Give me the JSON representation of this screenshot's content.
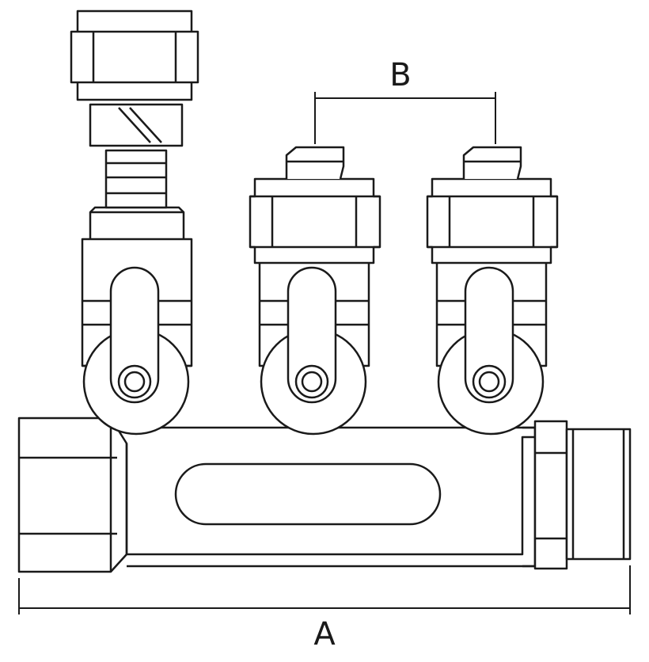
{
  "diagram": {
    "dimensions": [
      {
        "id": "A",
        "label": "A"
      },
      {
        "id": "B",
        "label": "B"
      }
    ],
    "outlets": 3,
    "stroke_color": "#1a1a1a",
    "background_color": "#ffffff"
  }
}
